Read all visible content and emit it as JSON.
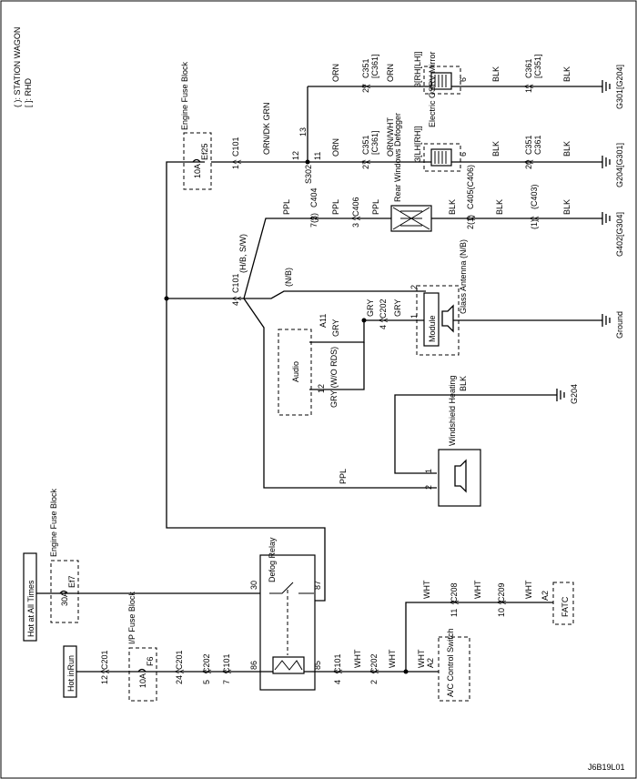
{
  "legend": {
    "station_wagon": "( ): STATION WAGON",
    "rhd": "[ ]: RHD"
  },
  "diagram_id": "J6B19L01",
  "sources": {
    "hot_at_all_times": "Hot at All Times",
    "hot_in_run": "Hot inRun"
  },
  "fuse_blocks": {
    "engine_top": {
      "title": "Engine Fuse Block",
      "fuse": "Ef25",
      "rating": "10A"
    },
    "engine_mid": {
      "title": "Engine Fuse Block",
      "fuse": "Ef7",
      "rating": "30A"
    },
    "ip": {
      "title": "I/P Fuse Block",
      "fuse": "F6",
      "rating": "10A"
    }
  },
  "connectors": {
    "c101": "C101",
    "c101_pin1": "1",
    "c101_pin4": "4",
    "c101_pin7": "7",
    "c201": "C201",
    "c201_pin12": "12",
    "c201_pin24": "24",
    "c202": "C202",
    "c202_pin5": "5",
    "c202_pin4": "4",
    "c202_pin2": "2",
    "c351_a": "C351",
    "c351_b": "[C361]",
    "c361_a": "C361",
    "c361_b": "[C351]",
    "c404": "C404",
    "c404_pin": "7(3)",
    "c406": "C406",
    "c406_pin": "3",
    "c405": "C405(C406)",
    "c405_pin": "2(1)",
    "c403": "(C403)",
    "c403_pin": "(1)",
    "c208": "C208",
    "c208_pin": "11",
    "c209": "C209",
    "c209_pin": "10",
    "pin27a": "27",
    "pin27b": "27",
    "pin11": "11",
    "pin20": "20",
    "pin12": "12",
    "pin13": "13",
    "pin11b": "11",
    "pin3rh": "3[RH[LH]]",
    "pin3lh": "3[LH[RH]]",
    "pin6a": "6",
    "pin6b": "6",
    "relay_30": "30",
    "relay_87": "87",
    "relay_86": "86",
    "relay_85": "85",
    "a11": "A11",
    "a12": "12",
    "mod1": "1",
    "mod2": "2",
    "wh1": "1",
    "wh2": "2",
    "a2a": "A2",
    "a2b": "A2"
  },
  "splices": {
    "s302": "S302"
  },
  "wires": {
    "orn": "ORN",
    "orn2": "ORN",
    "orn_dk_grn": "ORN/DK GRN",
    "orn_wht": "ORN/WHT",
    "blk": "BLK",
    "ppl": "PPL",
    "gry": "GRY",
    "gry_wo_rds": "GRY (W/O RDS)",
    "wht": "WHT",
    "hb_sw": "(H/B, S/W)",
    "nb": "(N/B)"
  },
  "components": {
    "osrv": "Electric OSRV Mirror",
    "defogger": "Rear Windows Defogger",
    "glass_antenna": "Glass Antenna (N/B)",
    "module": "Module",
    "audio": "Audio",
    "windshield": "Windshield Heating",
    "defog_relay": "Defog Relay",
    "ac_switch": "A/C Control Switch",
    "fatc": "FATC"
  },
  "grounds": {
    "g301": "G301[G204]",
    "g204a": "G204[G301]",
    "g402": "G402[G304]",
    "ground": "Ground",
    "g204": "G204"
  }
}
